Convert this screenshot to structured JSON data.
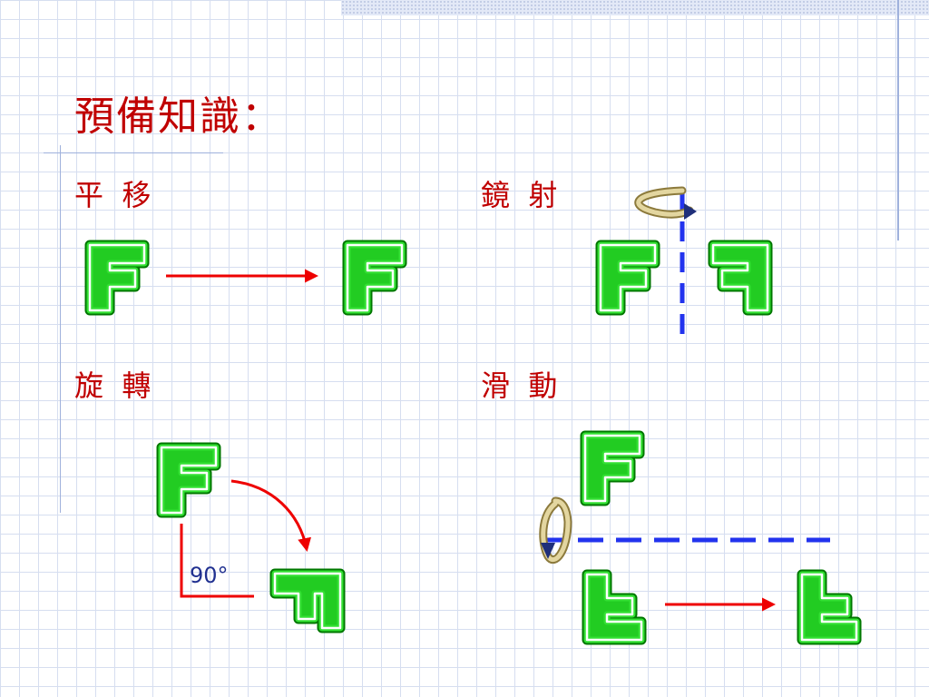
{
  "title": "預備知識：",
  "sections": {
    "translation": "平  移",
    "reflection": "鏡  射",
    "rotation": "旋  轉",
    "glide": "滑  動"
  },
  "rotation_angle_label": "90°",
  "colors": {
    "title": "#c00000",
    "shape_fill": "#22cc22",
    "shape_outline": "#007700",
    "arrow": "#ee0000",
    "mirror_axis": "#2233ee",
    "angle_label": "#203090",
    "curl_arrow": "#c9b87a"
  }
}
